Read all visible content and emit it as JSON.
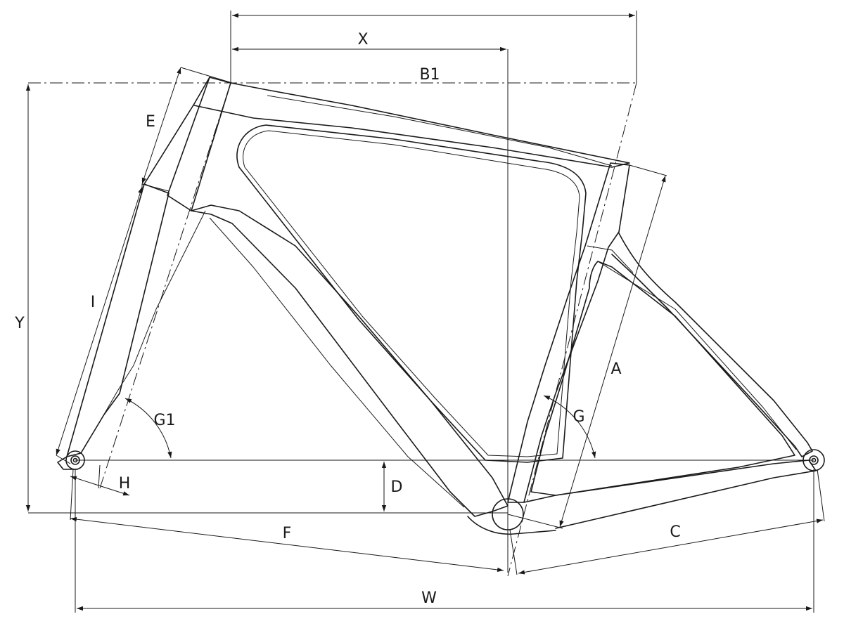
{
  "labels": {
    "X": "X",
    "B1": "B1",
    "E": "E",
    "I": "I",
    "Y": "Y",
    "G1": "G1",
    "H": "H",
    "D": "D",
    "F": "F",
    "W": "W",
    "C": "C",
    "A": "A",
    "G": "G"
  }
}
